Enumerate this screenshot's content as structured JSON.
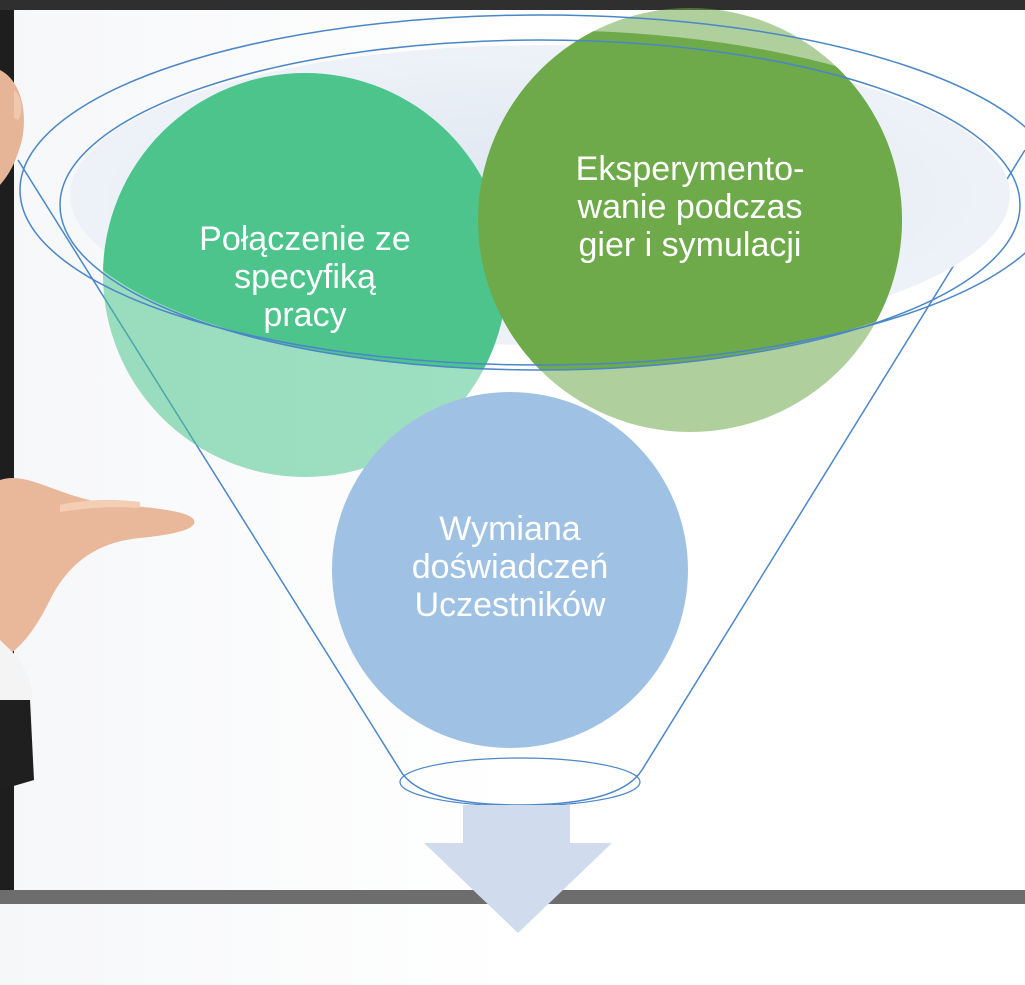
{
  "funnel": {
    "bubbles": [
      {
        "label": "Połączenie ze\nspecyfiką\npracy",
        "color": "#4cc48c"
      },
      {
        "label": "Eksperymento-\nwanie podczas\ngier i symulacji",
        "color": "#6ea94a"
      },
      {
        "label": "Wymiana\ndoświadczeń\nUczestników",
        "color": "#9fc2e4"
      }
    ],
    "outline_color": "#4a86c8",
    "arrow_color": "#d0dcee"
  },
  "colors": {
    "background_left": "#ffffff",
    "top_bar": "#2f2f2f",
    "bottom_bar": "#6d6d6d",
    "skin": "#e9b79a",
    "sleeve": "#1f1f1f"
  }
}
